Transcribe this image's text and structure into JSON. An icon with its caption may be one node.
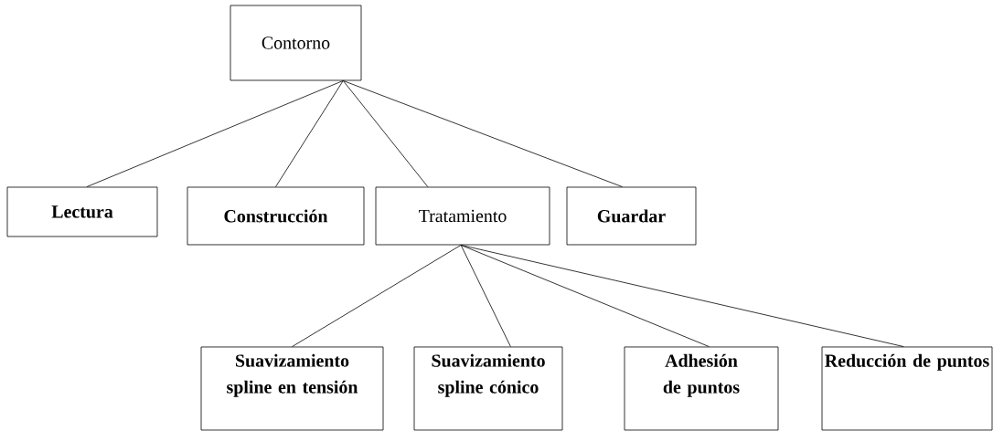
{
  "diagram": {
    "nodes": [
      {
        "text": [
          "Contorno"
        ]
      },
      {
        "text": [
          "Lectura"
        ]
      },
      {
        "text": [
          "Construcción"
        ]
      },
      {
        "text": [
          "Tratamiento"
        ]
      },
      {
        "text": [
          "Guardar"
        ]
      },
      {
        "text": [
          "Suavizamiento spline en tensión"
        ]
      },
      {
        "text": [
          "Suavizamiento spline cónico"
        ]
      },
      {
        "text": [
          "Adhesión de puntos"
        ]
      },
      {
        "text": [
          "Reducción de puntos"
        ]
      }
    ],
    "edges": [
      {
        "from": 0,
        "to": 1,
        "arrow": "none"
      },
      {
        "from": 0,
        "to": 2,
        "arrow": "none"
      },
      {
        "from": 0,
        "to": 3,
        "arrow": "none"
      },
      {
        "from": 0,
        "to": 4,
        "arrow": "none"
      },
      {
        "from": 3,
        "to": 5,
        "arrow": "none"
      },
      {
        "from": 3,
        "to": 6,
        "arrow": "none"
      },
      {
        "from": 3,
        "to": 7,
        "arrow": "none"
      },
      {
        "from": 3,
        "to": 8,
        "arrow": "none"
      }
    ]
  }
}
